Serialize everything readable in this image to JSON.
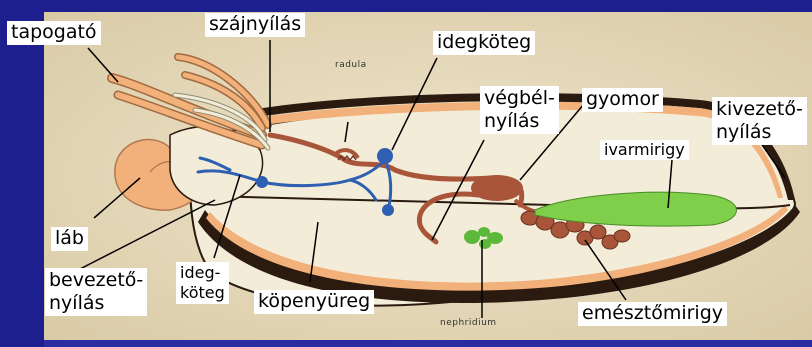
{
  "labels": {
    "tapogato": "tapogató",
    "szajnyilas": "szájnyílás",
    "idegkoteg_top": "idegköteg",
    "vegbel_line1": "végbél-",
    "vegbel_line2": "nyílás",
    "gyomor": "gyomor",
    "kivezeto_line1": "kivezető-",
    "kivezeto_line2": "nyílás",
    "ivarmirigy": "ivarmirigy",
    "lab": "láb",
    "bevezeto_line1": "bevezető-",
    "bevezeto_line2": "nyílás",
    "ideg_line1": "ideg-",
    "ideg_line2": "köteg",
    "kopenyureg": "köpenyüreg",
    "emesztomirigy": "emésztőmirigy",
    "radula": "radula",
    "nephridium": "nephridium"
  },
  "colors": {
    "background": "#1d1f8e",
    "parchment": "#eadfc4",
    "foot": "#f2b07a",
    "nerve": "#2e5fb0",
    "gut": "#a9553a",
    "gonad": "#7fcf4a",
    "nephridium": "#5cb83a",
    "shell_outline": "#2a1a10"
  }
}
